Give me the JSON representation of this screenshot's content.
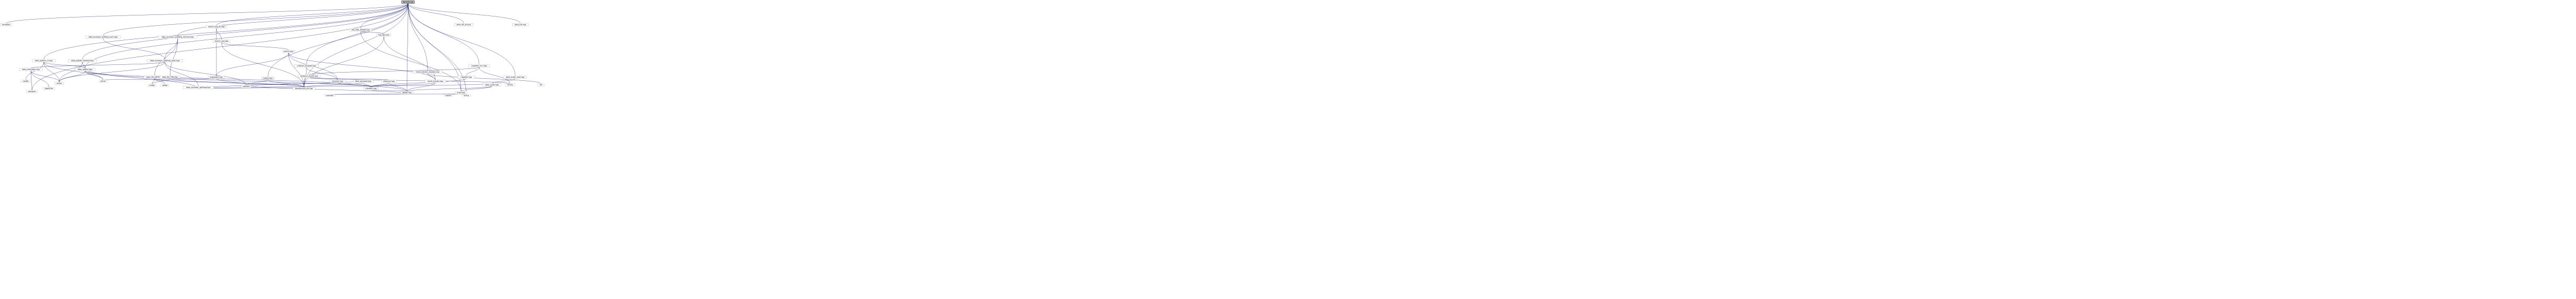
{
  "graph": {
    "colors": {
      "edge": "#191970",
      "node_border": "#bfbfbf",
      "root_fill": "#bfbfbf",
      "background": "#ffffff"
    },
    "root": "dpnode.cpp",
    "nodes": [
      {
        "id": "dpnode",
        "label": "dpnode.cpp"
      },
      {
        "id": "exception",
        "label": "exception"
      },
      {
        "id": "dlist",
        "label": "data_list.hpp"
      },
      {
        "id": "slist",
        "label": "data_list_sb.hpp"
      },
      {
        "id": "acc_spl_nom",
        "label": "data_accessor_splitting_nom.hpp"
      },
      {
        "id": "acc_spl_nominal",
        "label": "data_accessor_splitting_nominal.hpp"
      },
      {
        "id": "acc_spl_main",
        "label": "data_accessor_splitting_main.hpp"
      },
      {
        "id": "acc_spl",
        "label": "data_accessor_splitting.hpp"
      },
      {
        "id": "searchseq",
        "label": "search_seq_str.hpp"
      },
      {
        "id": "searchseqdb",
        "label": "search_seq.hpp"
      },
      {
        "id": "search",
        "label": "search.hpp"
      },
      {
        "id": "ldp_weight",
        "label": "seq_ldap_weight.hpp"
      },
      {
        "id": "seq_dps",
        "label": "seq_dps.hpp"
      },
      {
        "id": "data_splitter_cv",
        "label": "data_splitter_cv.hpp"
      },
      {
        "id": "data_splitter_testand",
        "label": "data_splitter_testand.hpp"
      },
      {
        "id": "data_splitter",
        "label": "data_splitter.hpp"
      },
      {
        "id": "data_intervaller",
        "label": "data_intervaller.hpp"
      },
      {
        "id": "data_file_ARFF",
        "label": "data_file_ARFF.hpp"
      },
      {
        "id": "data_file_TRN",
        "label": "data_file_TRN.hpp"
      },
      {
        "id": "stopwatch",
        "label": "stopwatch.hpp"
      },
      {
        "id": "output",
        "label": "output.hpp"
      },
      {
        "id": "criterion_wrapper",
        "label": "criterion_wrapper.hpp"
      },
      {
        "id": "distance_euclid",
        "label": "distance_euclid.hpp"
      },
      {
        "id": "criterion",
        "label": "criterion.hpp"
      },
      {
        "id": "data_accessor",
        "label": "data_accessor.hpp"
      },
      {
        "id": "distance",
        "label": "distance.hpp"
      },
      {
        "id": "result_tracker_dupless",
        "label": "result_tracker_dupless.hpp"
      },
      {
        "id": "result_tracker",
        "label": "result_tracker.hpp"
      },
      {
        "id": "classifier_knn",
        "label": "classifier_knn.hpp"
      },
      {
        "id": "classifier",
        "label": "classifier.hpp"
      },
      {
        "id": "data_scaler_void",
        "label": "data_scaler_void.hpp"
      },
      {
        "id": "data_scaler",
        "label": "data_scaler.hpp"
      },
      {
        "id": "cstdlib",
        "label": "cstdlib"
      },
      {
        "id": "vector",
        "label": "vector"
      },
      {
        "id": "algorithm",
        "label": "algorithm"
      },
      {
        "id": "iostream",
        "label": "iostream"
      },
      {
        "id": "ctime",
        "label": "ctime"
      },
      {
        "id": "cmath",
        "label": "cmath"
      },
      {
        "id": "cstdio",
        "label": "cstdio"
      },
      {
        "id": "climits",
        "label": "climits"
      },
      {
        "id": "boost",
        "label": "boost/smart_ptr.hpp"
      },
      {
        "id": "sstream",
        "label": "sstream"
      },
      {
        "id": "clonable",
        "label": "clonable.hpp"
      },
      {
        "id": "list",
        "label": "list"
      },
      {
        "id": "global",
        "label": "global.hpp"
      },
      {
        "id": "error",
        "label": "error.hpp"
      },
      {
        "id": "iostream2",
        "label": "iostream"
      },
      {
        "id": "string",
        "label": "string"
      },
      {
        "id": "cassert",
        "label": "cassert"
      }
    ],
    "edges": [
      [
        "dpnode",
        "exception"
      ],
      [
        "dpnode",
        "dlist"
      ],
      [
        "dpnode",
        "slist"
      ],
      [
        "dpnode",
        "acc_spl_nom"
      ],
      [
        "dpnode",
        "acc_spl_nominal"
      ],
      [
        "dpnode",
        "searchseq"
      ],
      [
        "dpnode",
        "ldp_weight"
      ],
      [
        "dpnode",
        "data_splitter_cv"
      ],
      [
        "dpnode",
        "data_splitter_testand"
      ],
      [
        "dpnode",
        "output"
      ],
      [
        "dpnode",
        "criterion_wrapper"
      ],
      [
        "dpnode",
        "result_tracker_dupless"
      ],
      [
        "dpnode",
        "classifier_knn"
      ],
      [
        "dpnode",
        "data_scaler_void"
      ],
      [
        "dpnode",
        "boost"
      ],
      [
        "dpnode",
        "error"
      ],
      [
        "dpnode",
        "global"
      ],
      [
        "dpnode",
        "iostream"
      ],
      [
        "dpnode",
        "string"
      ],
      [
        "dpnode",
        "data_splitter"
      ],
      [
        "acc_spl_nom",
        "acc_spl_main"
      ],
      [
        "acc_spl_nominal",
        "acc_spl_main"
      ],
      [
        "acc_spl_nominal",
        "data_file_ARFF"
      ],
      [
        "acc_spl_nominal",
        "data_file_TRN"
      ],
      [
        "acc_spl_main",
        "acc_spl"
      ],
      [
        "acc_spl_main",
        "data_intervaller"
      ],
      [
        "acc_spl_main",
        "sstream"
      ],
      [
        "acc_spl_main",
        "vector"
      ],
      [
        "acc_spl",
        "data_accessor"
      ],
      [
        "acc_spl",
        "data_splitter"
      ],
      [
        "acc_spl",
        "data_scaler"
      ],
      [
        "acc_spl",
        "boost"
      ],
      [
        "searchseq",
        "searchseqdb"
      ],
      [
        "searchseq",
        "stopwatch"
      ],
      [
        "searchseqdb",
        "search"
      ],
      [
        "searchseqdb",
        "boost"
      ],
      [
        "search",
        "result_tracker"
      ],
      [
        "search",
        "stopwatch"
      ],
      [
        "search",
        "boost"
      ],
      [
        "search",
        "criterion"
      ],
      [
        "ldp_weight",
        "seq_dps"
      ],
      [
        "ldp_weight",
        "error"
      ],
      [
        "seq_dps",
        "result_tracker"
      ],
      [
        "seq_dps",
        "boost"
      ],
      [
        "data_splitter_cv",
        "data_splitter"
      ],
      [
        "data_splitter_cv",
        "cstdlib"
      ],
      [
        "data_splitter_cv",
        "vector"
      ],
      [
        "data_splitter_cv",
        "ctime"
      ],
      [
        "data_splitter_testand",
        "data_splitter"
      ],
      [
        "data_splitter_testand",
        "vector"
      ],
      [
        "data_splitter",
        "clonable"
      ],
      [
        "data_splitter",
        "vector"
      ],
      [
        "data_splitter",
        "ctime"
      ],
      [
        "data_splitter",
        "global"
      ],
      [
        "data_intervaller",
        "vector"
      ],
      [
        "data_intervaller",
        "algorithm"
      ],
      [
        "data_intervaller",
        "iostream"
      ],
      [
        "data_file_ARFF",
        "cmath"
      ],
      [
        "data_file_ARFF",
        "cstdio"
      ],
      [
        "data_file_ARFF",
        "boost"
      ],
      [
        "data_file_TRN",
        "cmath"
      ],
      [
        "data_file_TRN",
        "boost"
      ],
      [
        "stopwatch",
        "ctime"
      ],
      [
        "stopwatch",
        "sstream"
      ],
      [
        "output",
        "boost"
      ],
      [
        "output",
        "sstream"
      ],
      [
        "criterion_wrapper",
        "criterion"
      ],
      [
        "criterion_wrapper",
        "boost"
      ],
      [
        "distance_euclid",
        "distance"
      ],
      [
        "distance_euclid",
        "climits"
      ],
      [
        "criterion",
        "clonable"
      ],
      [
        "criterion",
        "sstream"
      ],
      [
        "data_accessor",
        "clonable"
      ],
      [
        "data_accessor",
        "boost"
      ],
      [
        "distance",
        "clonable"
      ],
      [
        "distance",
        "global"
      ],
      [
        "result_tracker_dupless",
        "result_tracker"
      ],
      [
        "result_tracker_dupless",
        "list"
      ],
      [
        "result_tracker",
        "clonable"
      ],
      [
        "result_tracker",
        "global"
      ],
      [
        "classifier_knn",
        "classifier"
      ],
      [
        "classifier_knn",
        "distance_euclid"
      ],
      [
        "classifier_knn",
        "climits"
      ],
      [
        "classifier",
        "clonable"
      ],
      [
        "data_scaler_void",
        "data_scaler"
      ],
      [
        "data_scaler",
        "global"
      ],
      [
        "data_scaler",
        "error"
      ],
      [
        "clonable",
        "global"
      ],
      [
        "global",
        "iostream2"
      ],
      [
        "global",
        "sstream"
      ],
      [
        "error",
        "string"
      ],
      [
        "error",
        "cassert"
      ],
      [
        "error",
        "iostream2"
      ]
    ]
  }
}
